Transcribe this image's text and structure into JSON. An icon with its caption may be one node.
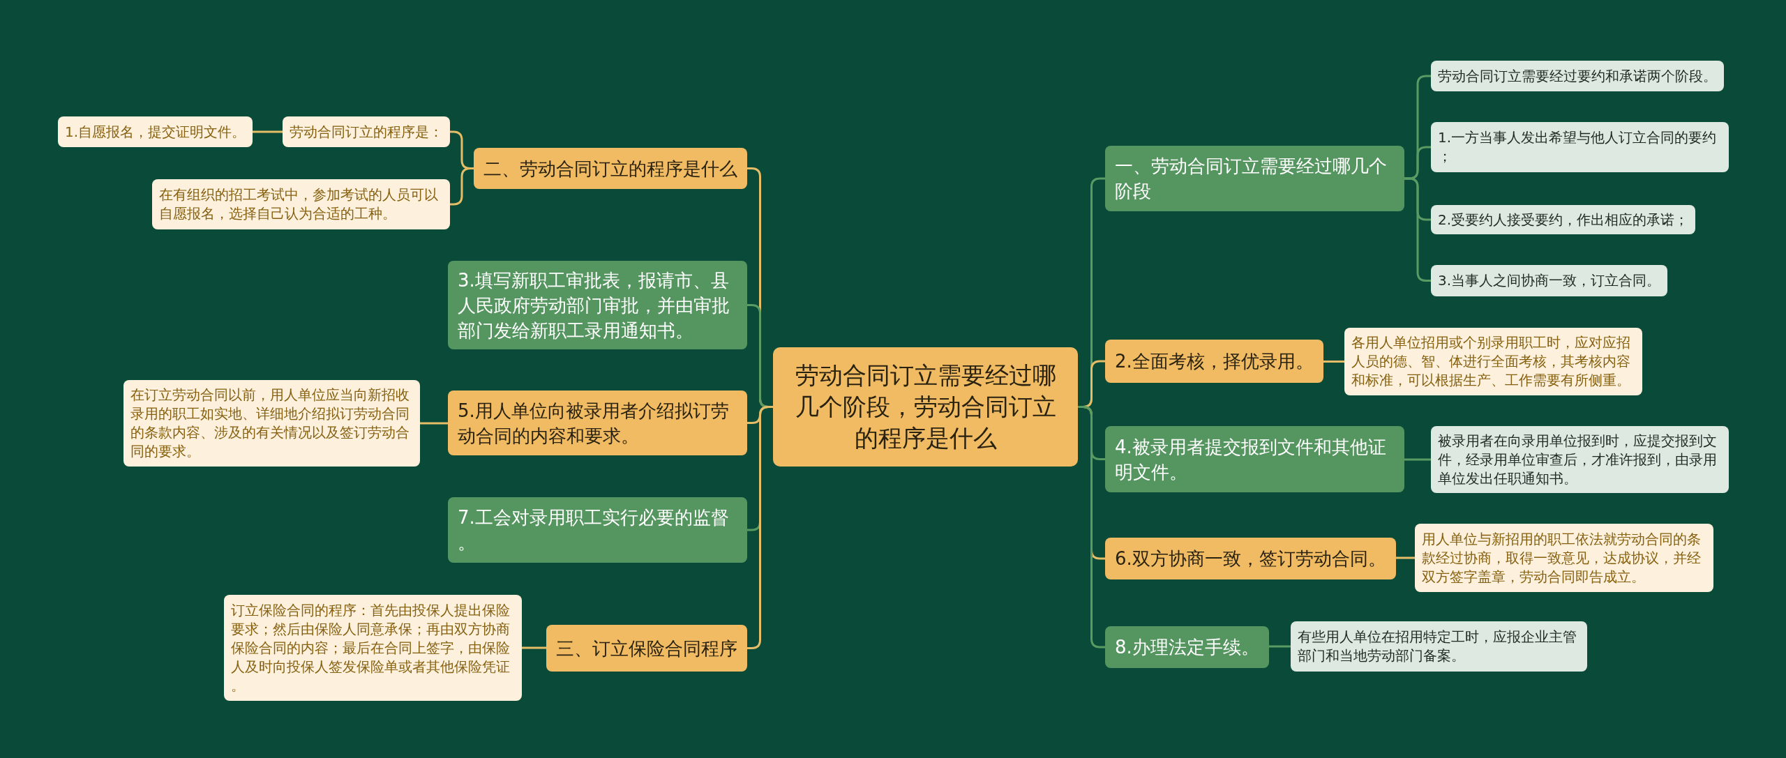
{
  "diagram": {
    "nodes": [
      {
        "text": [
          "劳动合同订立需要经过哪几个阶段，劳动合同订立的程序是什么"
        ]
      },
      {
        "text": [
          "二、劳动合同订立的程序是什么"
        ]
      },
      {
        "text": [
          "劳动合同订立的程序是："
        ]
      },
      {
        "text": [
          "1.自愿报名，提交证明文件。"
        ]
      },
      {
        "text": [
          "在有组织的招工考试中，参加考试的人员可以自愿报名，选择自己认为合适的工种。"
        ]
      },
      {
        "text": [
          "3.填写新职工审批表，报请市、县人民政府劳动部门审批，并由审批部门发给新职工录用通知书。"
        ]
      },
      {
        "text": [
          "5.用人单位向被录用者介绍拟订劳动合同的内容和要求。"
        ]
      },
      {
        "text": [
          "在订立劳动合同以前，用人单位应当向新招收录用的职工如实地、详细地介绍拟订劳动合同的条款内容、涉及的有关情况以及签订劳动合同的要求。"
        ]
      },
      {
        "text": [
          "7.工会对录用职工实行必要的监督。"
        ]
      },
      {
        "text": [
          "三、订立保险合同程序"
        ]
      },
      {
        "text": [
          "订立保险合同的程序：首先由投保人提出保险要求；然后由保险人同意承保；再由双方协商保险合同的内容；最后在合同上签字，由保险人及时向投保人签发保险单或者其他保险凭证。"
        ]
      },
      {
        "text": [
          "一、劳动合同订立需要经过哪几个阶段"
        ]
      },
      {
        "text": [
          "劳动合同订立需要经过要约和承诺两个阶段。"
        ]
      },
      {
        "text": [
          "1.一方当事人发出希望与他人订立合同的要约；"
        ]
      },
      {
        "text": [
          "2.受要约人接受要约，作出相应的承诺；"
        ]
      },
      {
        "text": [
          "3.当事人之间协商一致，订立合同。"
        ]
      },
      {
        "text": [
          "2.全面考核，择优录用。"
        ]
      },
      {
        "text": [
          "各用人单位招用或个别录用职工时，应对应招人员的德、智、体进行全面考核，其考核内容和标准，可以根据生产、工作需要有所侧重。"
        ]
      },
      {
        "text": [
          "4.被录用者提交报到文件和其他证明文件。"
        ]
      },
      {
        "text": [
          "被录用者在向录用单位报到时，应提交报到文件，经录用单位审查后，才准许报到，由录用单位发出任职通知书。"
        ]
      },
      {
        "text": [
          "6.双方协商一致，签订劳动合同。"
        ]
      },
      {
        "text": [
          "用人单位与新招用的职工依法就劳动合同的条款经过协商，取得一致意见，达成协议，并经双方签字盖章，劳动合同即告成立。"
        ]
      },
      {
        "text": [
          "8.办理法定手续。"
        ]
      },
      {
        "text": [
          "有些用人单位在招用特定工时，应报企业主管部门和当地劳动部门备案。"
        ]
      }
    ],
    "edges": [
      {
        "from": 0,
        "to": 1,
        "arrow": "none"
      },
      {
        "from": 1,
        "to": 2,
        "arrow": "none"
      },
      {
        "from": 2,
        "to": 3,
        "arrow": "none"
      },
      {
        "from": 1,
        "to": 4,
        "arrow": "none"
      },
      {
        "from": 0,
        "to": 5,
        "arrow": "none",
        "color": "#5a9a63"
      },
      {
        "from": 0,
        "to": 6,
        "arrow": "none"
      },
      {
        "from": 6,
        "to": 7,
        "arrow": "none"
      },
      {
        "from": 0,
        "to": 8,
        "arrow": "none",
        "color": "#5a9a63"
      },
      {
        "from": 0,
        "to": 9,
        "arrow": "none"
      },
      {
        "from": 9,
        "to": 10,
        "arrow": "none"
      },
      {
        "from": 0,
        "to": 11,
        "arrow": "none",
        "color": "#5a9a63"
      },
      {
        "from": 11,
        "to": 12,
        "arrow": "none",
        "color": "#5a9a63"
      },
      {
        "from": 11,
        "to": 13,
        "arrow": "none",
        "color": "#5a9a63"
      },
      {
        "from": 11,
        "to": 14,
        "arrow": "none",
        "color": "#5a9a63"
      },
      {
        "from": 11,
        "to": 15,
        "arrow": "none",
        "color": "#5a9a63"
      },
      {
        "from": 0,
        "to": 16,
        "arrow": "none"
      },
      {
        "from": 16,
        "to": 17,
        "arrow": "none"
      },
      {
        "from": 0,
        "to": 18,
        "arrow": "none",
        "color": "#5a9a63"
      },
      {
        "from": 18,
        "to": 19,
        "arrow": "none",
        "color": "#5a9a63"
      },
      {
        "from": 0,
        "to": 20,
        "arrow": "none"
      },
      {
        "from": 20,
        "to": 21,
        "arrow": "none"
      },
      {
        "from": 0,
        "to": 22,
        "arrow": "none",
        "color": "#5a9a63"
      },
      {
        "from": 22,
        "to": 23,
        "arrow": "none",
        "color": "#5a9a63"
      }
    ]
  }
}
